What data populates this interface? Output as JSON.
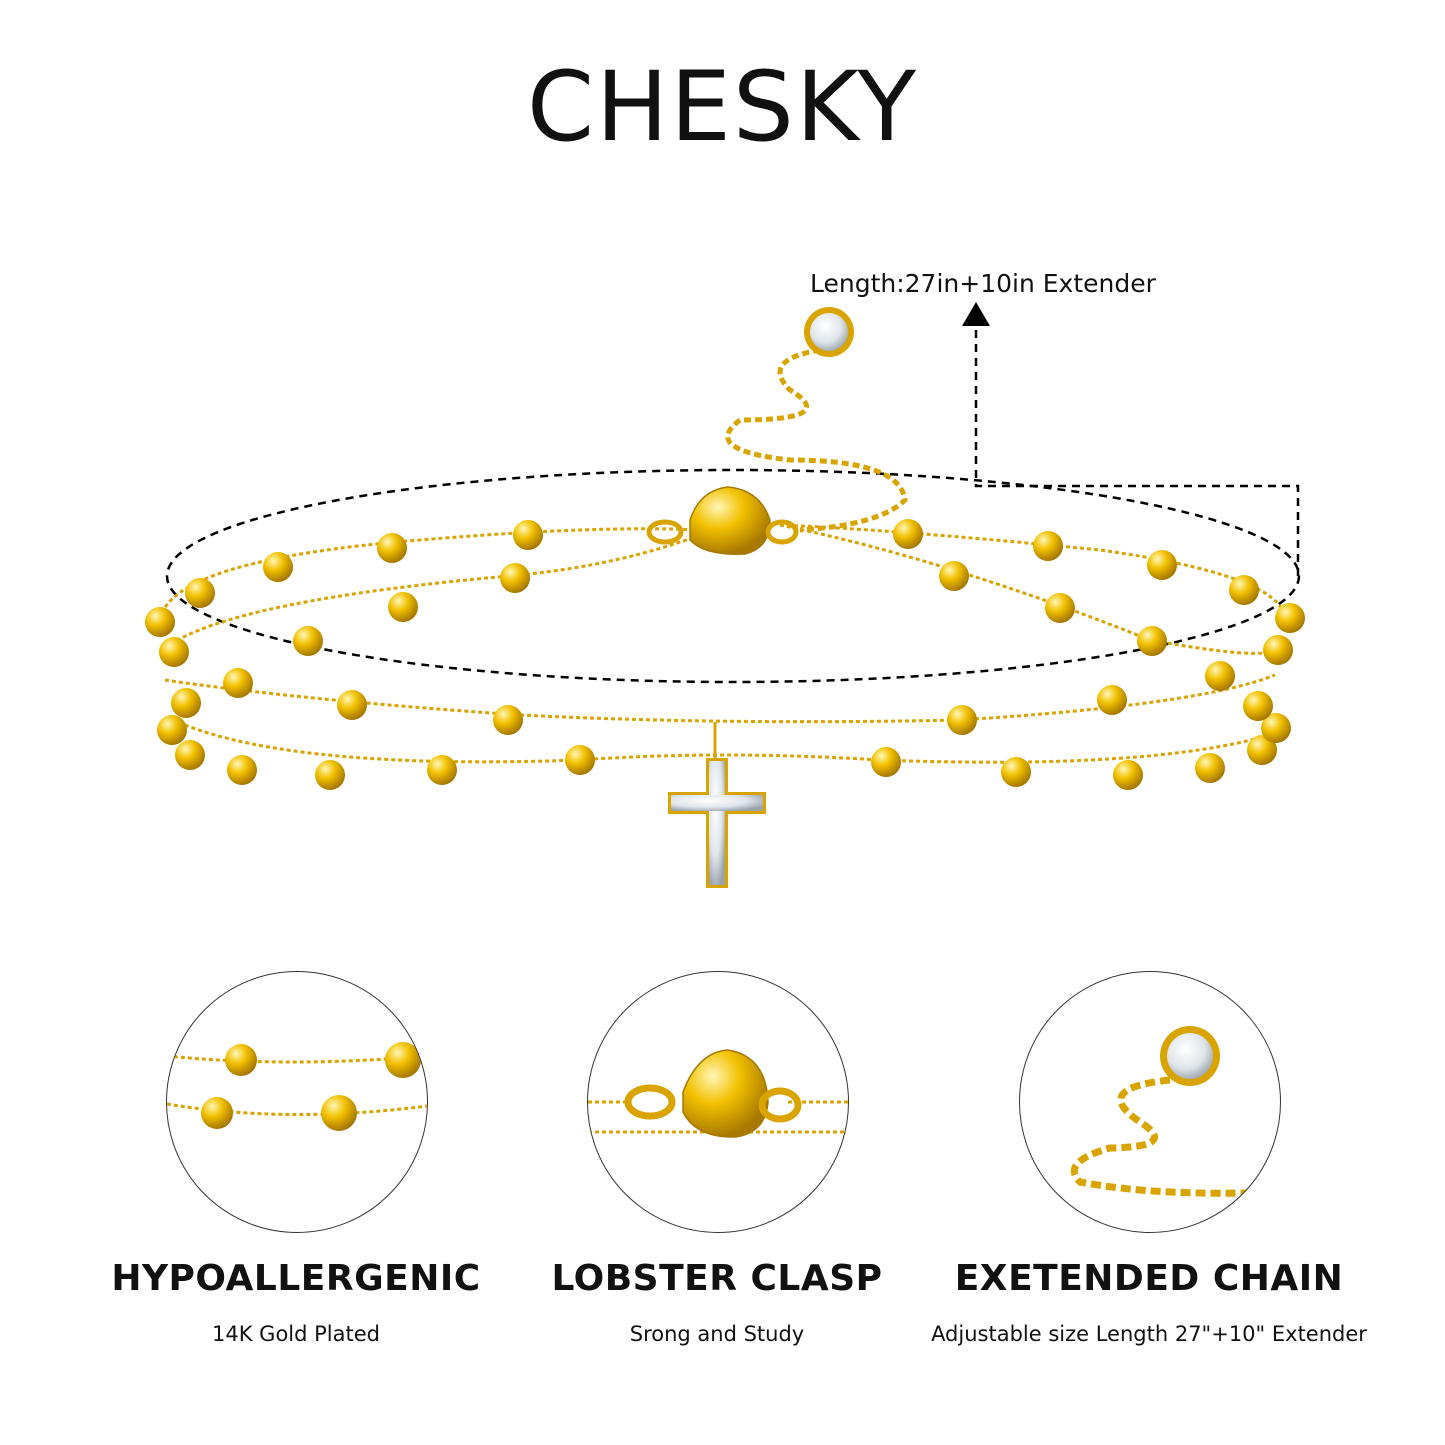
{
  "brand": "CHESKY",
  "length_callout": "Length:27in+10in Extender",
  "colors": {
    "gold_light": "#fff3a8",
    "gold_mid": "#f2c100",
    "gold_dark": "#b88700",
    "line": "#000000",
    "gem": "#e9eef2"
  },
  "features": [
    {
      "icon": "beaded-chain-closeup",
      "title": "HYPOALLERGENIC",
      "subtitle": "14K Gold Plated"
    },
    {
      "icon": "lobster-clasp-closeup",
      "title": "LOBSTER CLASP",
      "subtitle": "Srong and Study"
    },
    {
      "icon": "extender-chain-closeup",
      "title": "EXETENDED CHAIN",
      "subtitle": "Adjustable size Length 27\"+10\" Extender"
    }
  ]
}
